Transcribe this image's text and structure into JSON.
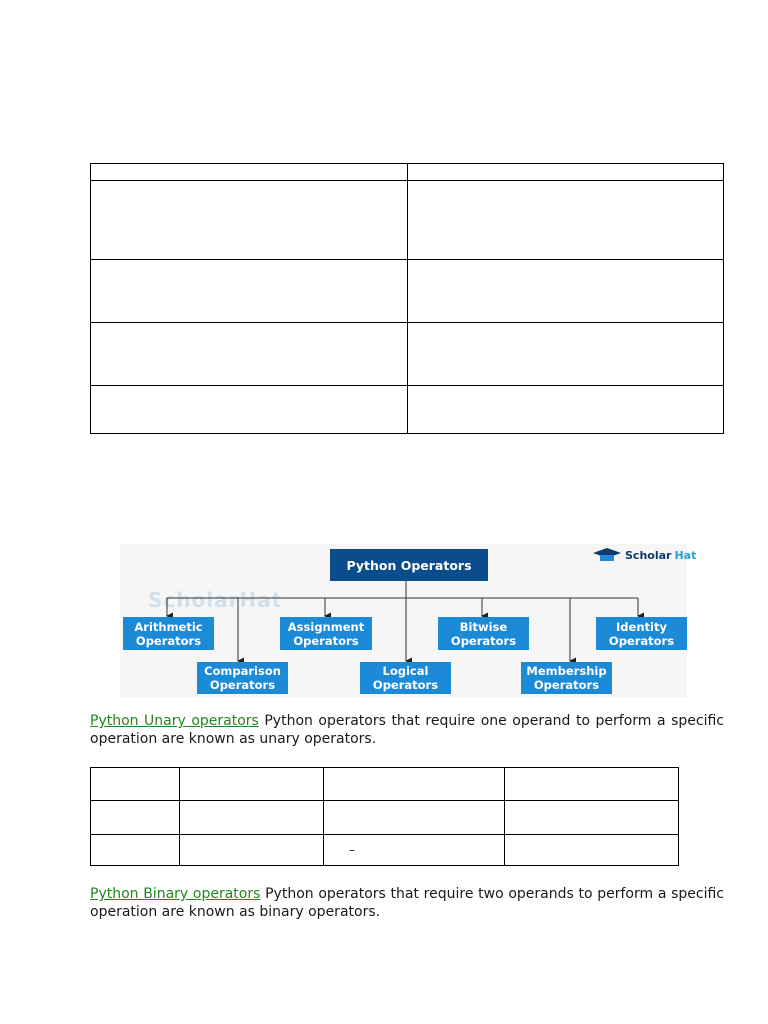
{
  "diagram": {
    "root": "Python Operators",
    "brand": {
      "name_part1": "Scholar",
      "name_part2": "Hat",
      "watermark": "ScholarHat"
    },
    "categories": [
      [
        "Arithmetic",
        "Operators"
      ],
      [
        "Comparison",
        "Operators"
      ],
      [
        "Assignment",
        "Operators"
      ],
      [
        "Logical",
        "Operators"
      ],
      [
        "Bitwise",
        "Operators"
      ],
      [
        "Membership",
        "Operators"
      ],
      [
        "Identity",
        "Operators"
      ]
    ],
    "colors": {
      "root": "#0b4d8c",
      "category": "#1d8ad8",
      "link": "#1e8a1e"
    }
  },
  "unary": {
    "link": "Python Unary operators",
    "text": " Python operators that require one operand to perform a specific operation are known as unary operators."
  },
  "unary_table": {
    "symbol": "–"
  },
  "binary": {
    "link": "Python Binary operators",
    "text": " Python operators that require two operands to perform a specific operation are known as binary operators."
  }
}
